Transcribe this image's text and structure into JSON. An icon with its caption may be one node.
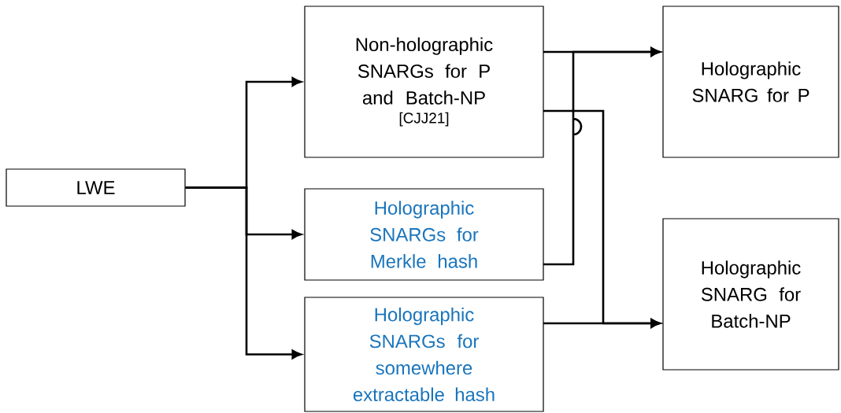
{
  "diagram": {
    "nodes": [
      {
        "text": [
          "LWE"
        ]
      },
      {
        "text": [
          "Non-holographic SNARGs for P and Batch-NP",
          "[CJJ21]"
        ]
      },
      {
        "text": [
          "Holographic SNARGs for Merkle hash"
        ]
      },
      {
        "text": [
          "Holographic SNARGs for somewhere extractable hash"
        ]
      },
      {
        "text": [
          "Holographic SNARG for P"
        ]
      },
      {
        "text": [
          "Holographic SNARG for Batch-NP"
        ]
      }
    ],
    "edges": [
      {
        "from": 0,
        "to": 1,
        "arrow": "to"
      },
      {
        "from": 0,
        "to": 2,
        "arrow": "to"
      },
      {
        "from": 0,
        "to": 3,
        "arrow": "to"
      },
      {
        "from": 1,
        "to": 4,
        "arrow": "to"
      },
      {
        "from": 2,
        "to": 4,
        "arrow": "to"
      },
      {
        "from": 1,
        "to": 5,
        "arrow": "to"
      },
      {
        "from": 3,
        "to": 5,
        "arrow": "to"
      }
    ]
  }
}
